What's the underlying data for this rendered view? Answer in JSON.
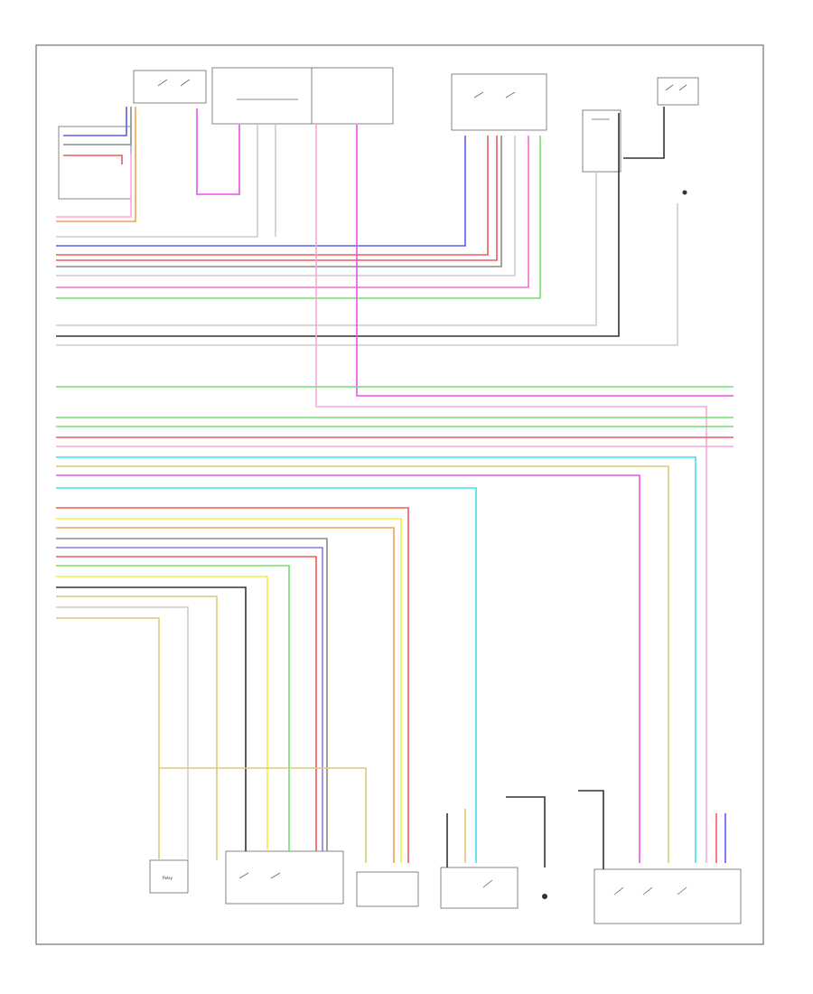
{
  "diagram": {
    "type": "wiring-schematic",
    "footnote": "",
    "components": [
      {
        "id": "steering-pad-switch",
        "label": ""
      },
      {
        "id": "spiral-cable",
        "label": ""
      },
      {
        "id": "combination-meter",
        "label": ""
      },
      {
        "id": "transmission-control-switch-top",
        "label": ""
      },
      {
        "id": "light-control-switch",
        "label": ""
      },
      {
        "id": "brake-light-switch",
        "label": ""
      },
      {
        "id": "ground-point",
        "label": ""
      },
      {
        "id": "buzzer",
        "label": "Relay"
      },
      {
        "id": "parking-brake-switch",
        "label": ""
      },
      {
        "id": "shift-lock-solenoid",
        "label": ""
      },
      {
        "id": "paddle-shift-switch",
        "label": ""
      },
      {
        "id": "joint-connector",
        "label": ""
      },
      {
        "id": "transmission-control-switch-bottom",
        "label": ""
      }
    ],
    "wire_colors": {
      "blue": "#5a5af0",
      "red": "#f25a5a",
      "orange": "#f0a050",
      "gray": "#8a8a8a",
      "black": "#333333",
      "white": "#cccccc",
      "pink": "#f070c8",
      "light-green": "#70e070",
      "magenta": "#ea50ea",
      "cyan": "#40e0e8",
      "yellow": "#f0f040",
      "tan": "#d8cc78",
      "light-pink": "#f8a8d8",
      "violet": "#8a78e0"
    }
  }
}
